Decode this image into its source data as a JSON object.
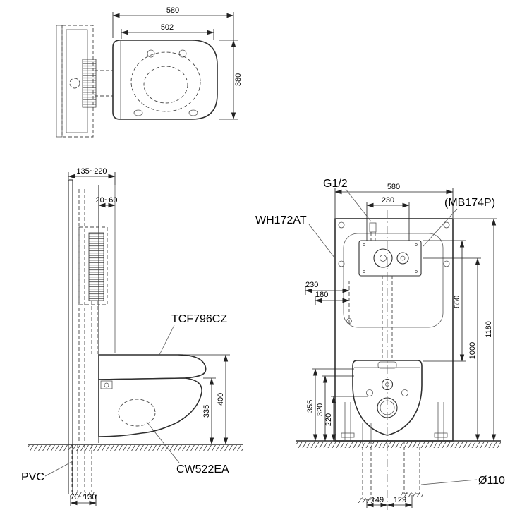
{
  "drawing": {
    "top_view": {
      "width": "580",
      "seat_length": "502",
      "depth": "380"
    },
    "side_view": {
      "frame_depth": "135~220",
      "finish_gap": "20~60",
      "washlet_model": "TCF796CZ",
      "bowl_model": "CW522EA",
      "pipe": "PVC",
      "floor_offset": "70~130",
      "height_335": "335",
      "height_400": "400"
    },
    "front_view": {
      "supply_thread": "G1/2",
      "frame_width": "580",
      "top_width": "230",
      "flush_plate_model": "(MB174P)",
      "frame_model": "WH172AT",
      "offset_230": "230",
      "offset_180": "180",
      "height_650": "650",
      "height_1000": "1000",
      "frame_height": "1180",
      "height_355": "355",
      "height_320": "320",
      "height_220": "220",
      "drain_dia": "Ø110",
      "span_149": "149",
      "span_129": "129"
    }
  }
}
